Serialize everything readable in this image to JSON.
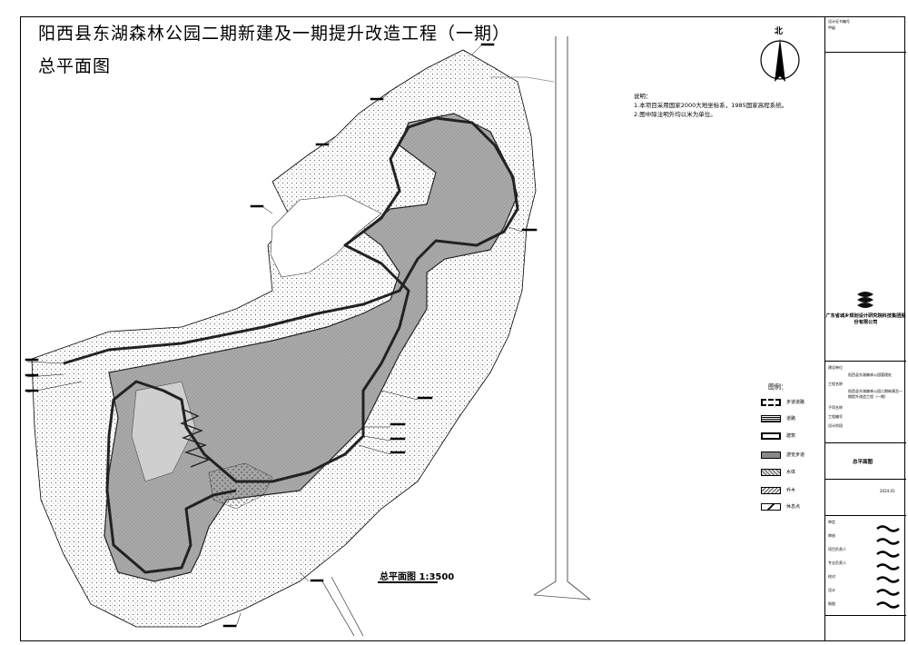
{
  "drawing": {
    "title": "阳西县东湖森林公园二期新建及一期提升改造工程（一期）",
    "subtitle": "总平面图",
    "north_label": "北",
    "notes": {
      "heading": "说明：",
      "lines": [
        "1.本项目采用国家2000大地坐标系，1985国家高程系统。",
        "2.图中除注明外均以米为单位。"
      ]
    },
    "scale_label": "总平面图 1:3500"
  },
  "legend": {
    "title": "图例：",
    "items": [
      {
        "label": "步道道路"
      },
      {
        "label": "道路"
      },
      {
        "label": "建筑"
      },
      {
        "label": "游览步道"
      },
      {
        "label": "水体"
      },
      {
        "label": "乔木"
      },
      {
        "label": "休息点"
      }
    ]
  },
  "title_block": {
    "company": "广东省城乡规划设计研究院科技集团股份有限公司",
    "top_lines": [
      "设计证书编号",
      "甲级"
    ],
    "project_rows": [
      {
        "label": "建设单位"
      },
      {
        "label": "工程名称"
      },
      {
        "label": "子项名称"
      },
      {
        "label": "工程编号"
      },
      {
        "label": "设计阶段"
      }
    ],
    "project_values": [
      "阳西县东湖森林公园管理处",
      "阳西县东湖森林公园二期新建及一期提升改造工程（一期）"
    ],
    "drawing_name": "总平面图",
    "date": "2024.01",
    "sign_rows": [
      "审定",
      "审核",
      "项目负责人",
      "专业负责人",
      "校对",
      "设计",
      "制图"
    ]
  }
}
